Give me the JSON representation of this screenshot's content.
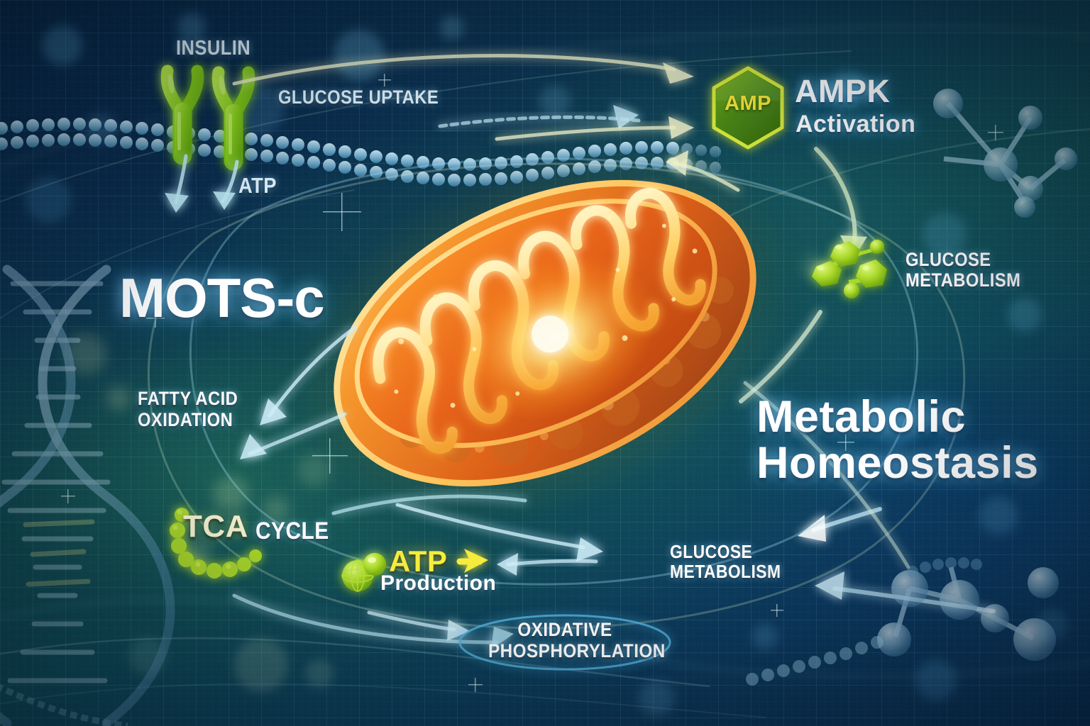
{
  "scene": {
    "kind": "scientific-infographic",
    "subject": "MOTS-c mitochondrial peptide metabolic signaling pathway",
    "centerpiece": "mitochondrion",
    "background_colors": {
      "deep_navy": "#07243d",
      "teal_mid": "#114a52",
      "blue_right": "#0b3757",
      "green_glow": "#2a8f6a"
    },
    "accent_colors": {
      "white": "#ffffff",
      "label_blue_white": "#def0fa",
      "atp_yellow": "#f5ec3d",
      "amp_yellow": "#f2e63a",
      "hexagon_green": "#4e8e16",
      "receptor_green": "#7dd321",
      "mito_orange": "#f07820",
      "mito_gold": "#ffd25a",
      "arrow_cyan": "#bfeaf7",
      "arrow_cream": "#f2f0cf"
    }
  },
  "labels": {
    "insulin": "INSULIN",
    "glucose_uptake": "GLUCOSE UPTAKE",
    "atp_top": "ATP",
    "amp_badge": "AMP",
    "ampk_title": "AMPK",
    "ampk_sub": "Activation",
    "glucose_metabolism_right": "GLUCOSE\nMETABOLISM",
    "glucose_metabolism_bottom": "GLUCOSE\nMETABOLISM",
    "mots_c": "MOTS-c",
    "metabolic_homeostasis": "Metabolic\nHomeostasis",
    "fatty_acid_oxidation": "FATTY ACID\nOXIDATION",
    "tca": "TCA",
    "cycle": "CYCLE",
    "atp": "ATP",
    "atp_production": "Production",
    "oxidative_phosphorylation": "OXIDATIVE\nPHOSPHORYLATION"
  },
  "graphics": {
    "membrane": "lipid-bilayer-with-insulin-receptors",
    "receptor_count": 2,
    "dna_helix": "left-edge-double-helix",
    "molecule_models": [
      "top-right-ball-and-stick",
      "bottom-right-ball-and-stick",
      "green-glucose-cluster",
      "green-atp-molecule"
    ],
    "tca_bead_arc": "green-bead-circular-arc",
    "oxphos_ellipse": "blue-ellipse-outline",
    "arrow_count": 14
  }
}
